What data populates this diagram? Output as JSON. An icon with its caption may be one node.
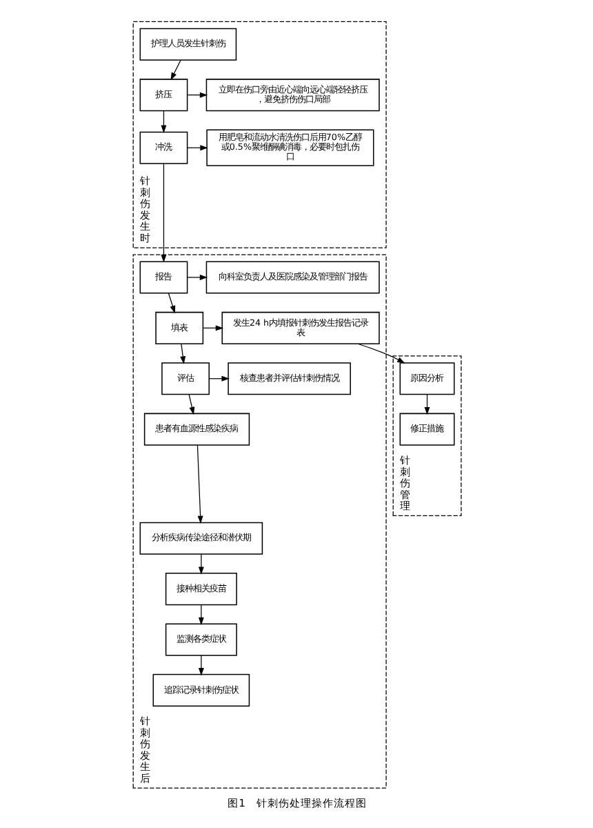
{
  "diagram": {
    "caption": "图1　针刺伤处理操作流程图",
    "nodes": [
      {
        "text": [
          "针刺伤发生时"
        ]
      },
      {
        "text": [
          "护理人员发生针刺伤"
        ],
        "in": 0
      },
      {
        "text": [
          "挤压"
        ],
        "in": 0
      },
      {
        "text": [
          "立即在伤口旁由近心端向远心端轻轻挤压，避免挤伤伤口局部"
        ],
        "in": 0
      },
      {
        "text": [
          "冲洗"
        ],
        "in": 0
      },
      {
        "text": [
          "用肥皂和流动水清洗伤口后用70%乙醇或0.5%聚维酮碘消毒，必要时包扎伤口"
        ],
        "in": 0
      },
      {
        "text": [
          "针刺伤发生后"
        ]
      },
      {
        "text": [
          "报告"
        ],
        "in": 6
      },
      {
        "text": [
          "向科室负责人及医院感染及管理部门报告"
        ],
        "in": 6
      },
      {
        "text": [
          "填表"
        ],
        "in": 6
      },
      {
        "text": [
          "发生24 h内填报针刺伤发生报告记录表"
        ],
        "in": 6
      },
      {
        "text": [
          "评估"
        ],
        "in": 6
      },
      {
        "text": [
          "核查患者并评估针刺伤情况"
        ],
        "in": 6
      },
      {
        "text": [
          "患者有血源性感染疾病"
        ],
        "in": 6
      },
      {
        "text": [
          "分析疾病传染途径和潜伏期"
        ],
        "in": 6
      },
      {
        "text": [
          "接种相关疫苗"
        ],
        "in": 6
      },
      {
        "text": [
          "监测各类症状"
        ],
        "in": 6
      },
      {
        "text": [
          "追踪记录针刺伤症状"
        ],
        "in": 6
      },
      {
        "text": [
          "针刺伤管理"
        ]
      },
      {
        "text": [
          "原因分析"
        ],
        "in": 18
      },
      {
        "text": [
          "修正措施"
        ],
        "in": 18
      }
    ],
    "edges": [
      {
        "from": 1,
        "to": 2,
        "arrow": "to"
      },
      {
        "from": 2,
        "to": 3,
        "arrow": "to"
      },
      {
        "from": 2,
        "to": 4,
        "arrow": "to"
      },
      {
        "from": 4,
        "to": 5,
        "arrow": "to"
      },
      {
        "from": 4,
        "to": 7,
        "arrow": "to"
      },
      {
        "from": 7,
        "to": 8,
        "arrow": "to"
      },
      {
        "from": 7,
        "to": 9,
        "arrow": "to"
      },
      {
        "from": 9,
        "to": 10,
        "arrow": "to"
      },
      {
        "from": 9,
        "to": 11,
        "arrow": "to"
      },
      {
        "from": 11,
        "to": 12,
        "arrow": "to"
      },
      {
        "from": 11,
        "to": 13,
        "arrow": "to"
      },
      {
        "from": 13,
        "to": 14,
        "arrow": "to"
      },
      {
        "from": 14,
        "to": 15,
        "arrow": "to"
      },
      {
        "from": 15,
        "to": 16,
        "arrow": "to"
      },
      {
        "from": 16,
        "to": 17,
        "arrow": "to"
      },
      {
        "from": 10,
        "to": 19,
        "arrow": "to"
      },
      {
        "from": 19,
        "to": 20,
        "arrow": "to"
      }
    ]
  }
}
